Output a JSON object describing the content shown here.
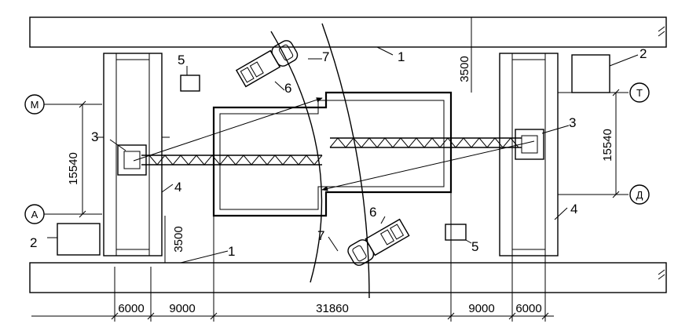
{
  "labels": {
    "pos1": "1",
    "pos2": "2",
    "pos3": "3",
    "pos4": "4",
    "pos5": "5",
    "pos6": "6",
    "pos7": "7"
  },
  "axes": {
    "m": "M",
    "a": "A",
    "t": "T",
    "d": "Д"
  },
  "dimensions": {
    "vertical_left": "15540",
    "vertical_right": "15540",
    "gap_top": "3500",
    "gap_bottom": "3500",
    "bottom": [
      "6000",
      "9000",
      "31860",
      "9000",
      "6000"
    ]
  },
  "colors": {
    "line": "#000000",
    "background": "#ffffff",
    "hatch": "#000000"
  }
}
